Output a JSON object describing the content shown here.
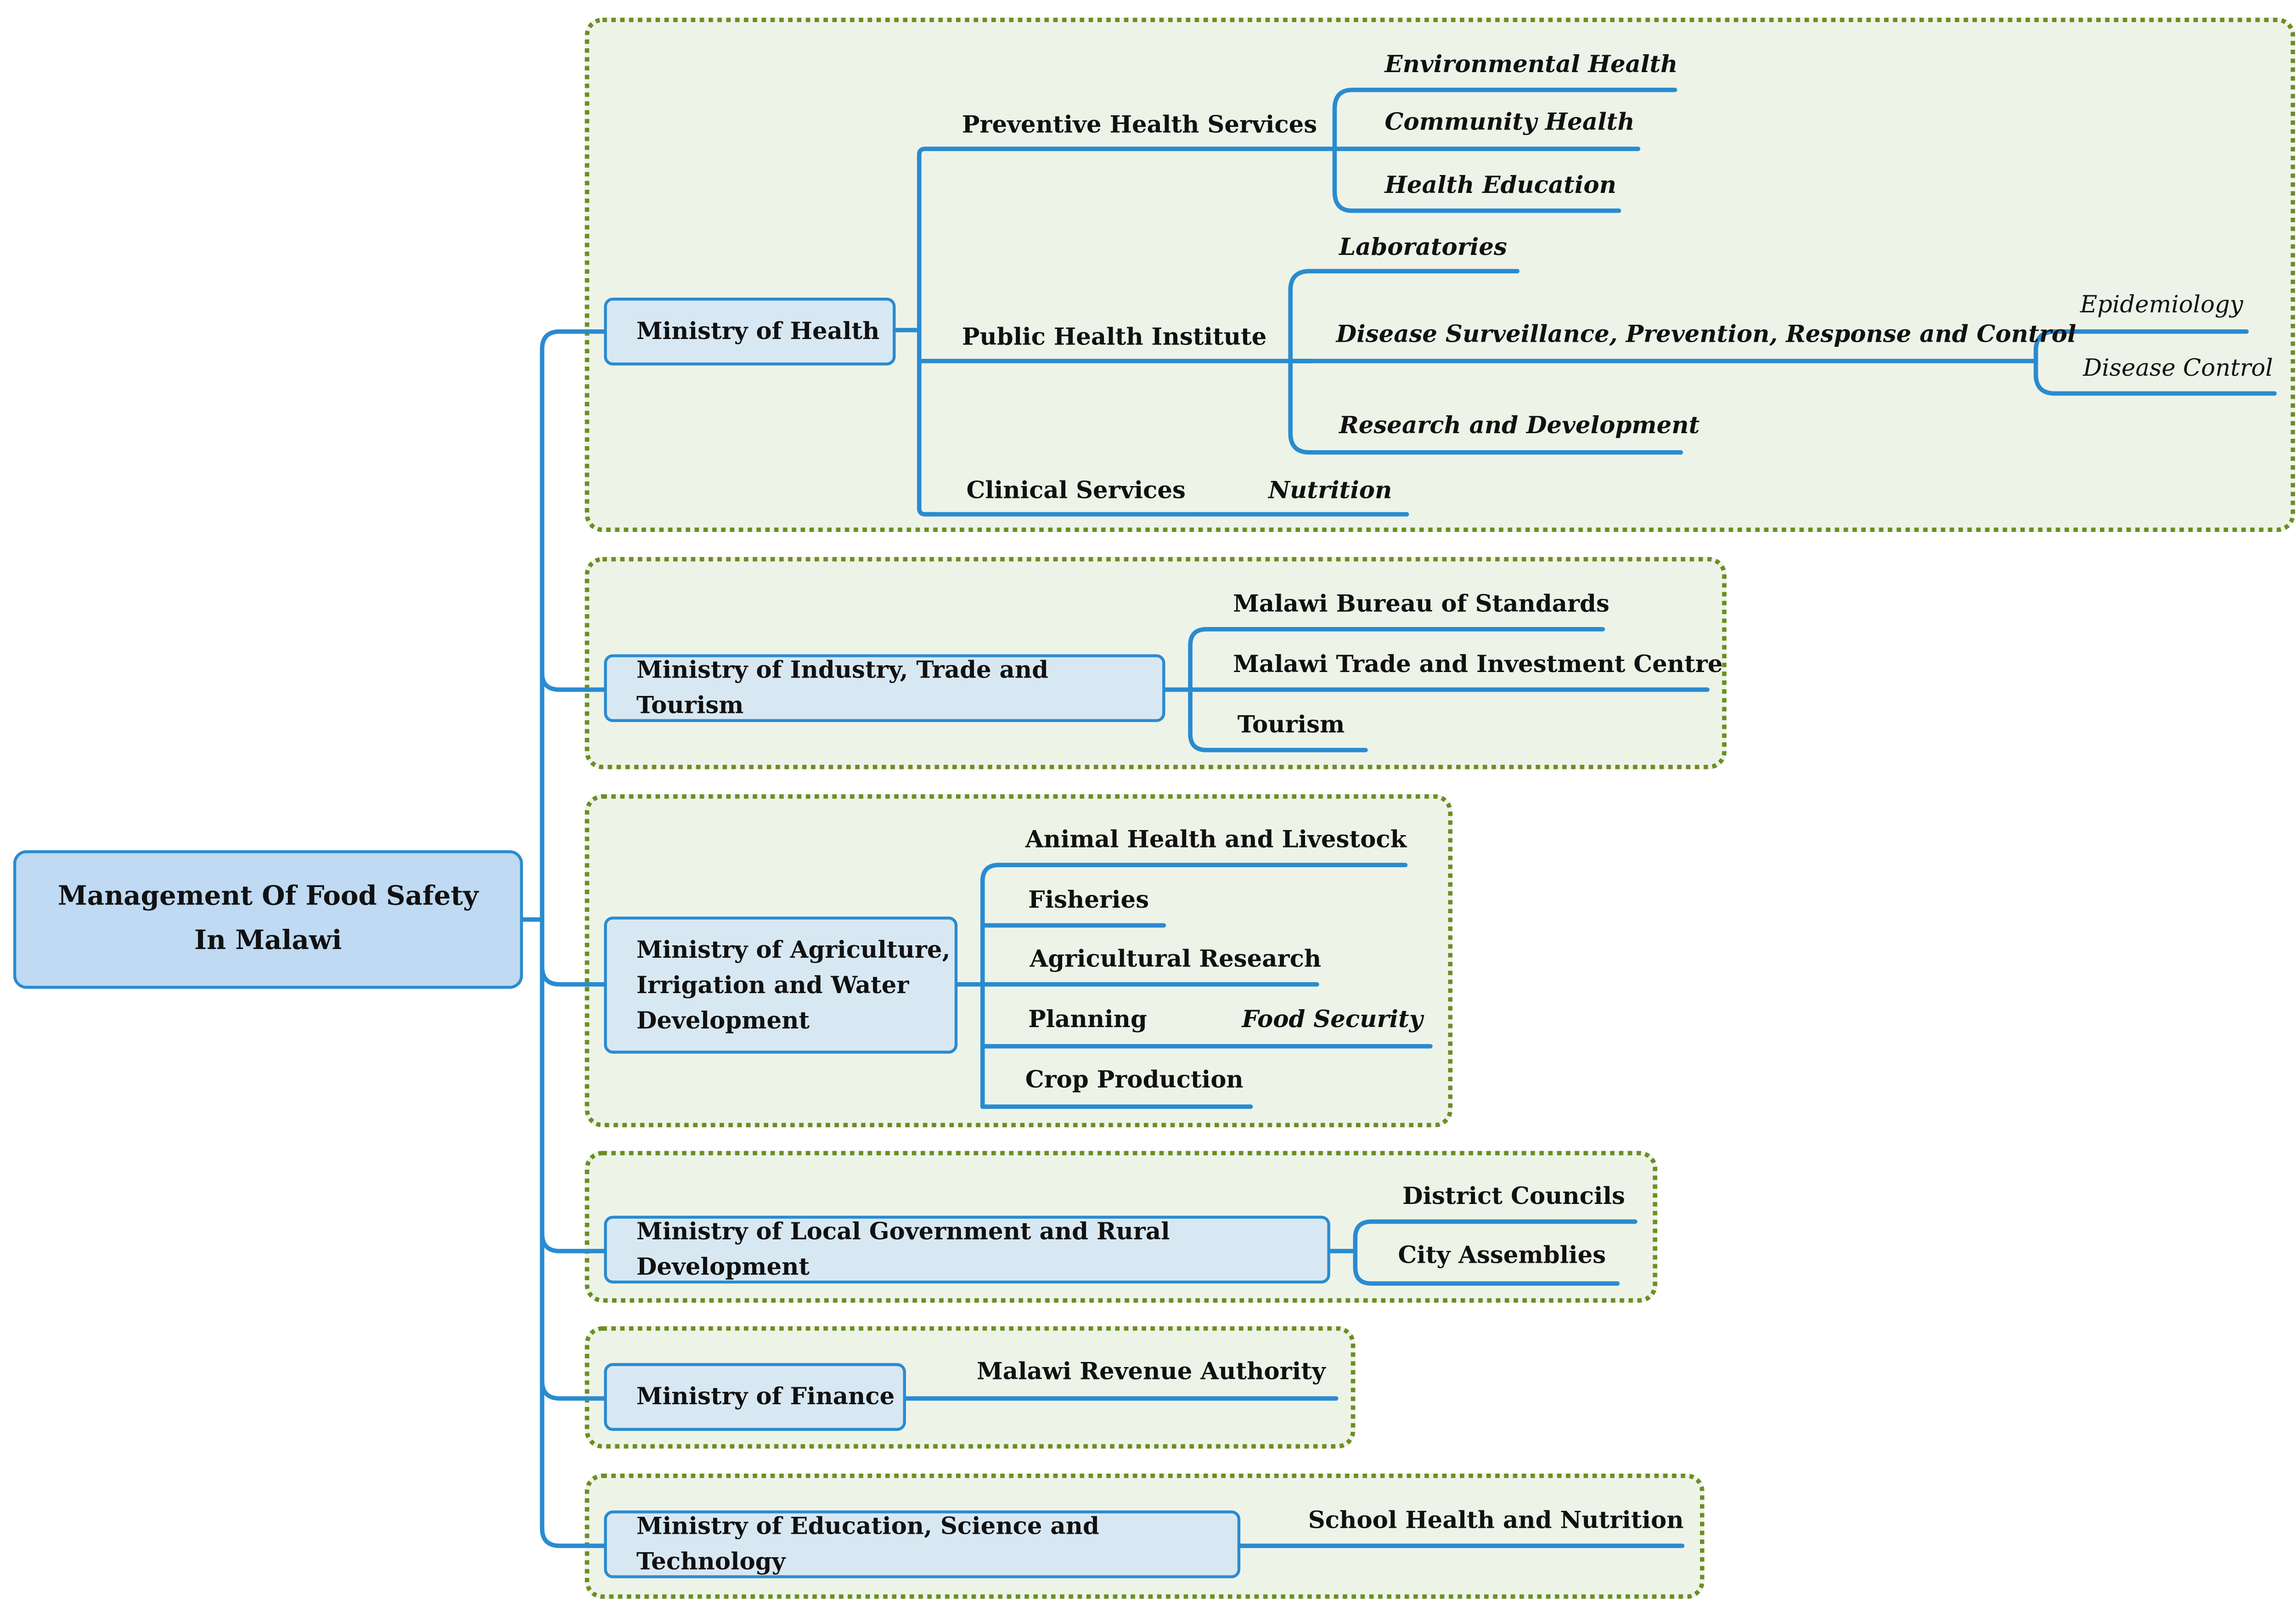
{
  "root": {
    "line1": "Management Of Food Safety",
    "line2": "In Malawi"
  },
  "ministries": {
    "health": {
      "name": "Ministry of Health",
      "preventive": {
        "name": "Preventive Health Services",
        "items": [
          "Environmental Health",
          "Community Health",
          "Health Education"
        ]
      },
      "phi": {
        "name": "Public Health Institute",
        "labs": "Laboratories",
        "dspr": "Disease Surveillance, Prevention, Response and Control",
        "epi": "Epidemiology",
        "dc": "Disease Control",
        "rnd": "Research and Development"
      },
      "clinical": {
        "name": "Clinical Services",
        "nutrition": "Nutrition"
      }
    },
    "industry": {
      "name": "Ministry of Industry, Trade and Tourism",
      "items": [
        "Malawi Bureau of Standards",
        "Malawi Trade and Investment Centre",
        "Tourism"
      ]
    },
    "agriculture": {
      "name_lines": [
        "Ministry of Agriculture,",
        "Irrigation and Water",
        "Development"
      ],
      "items": [
        "Animal Health and Livestock",
        "Fisheries",
        "Agricultural Research",
        "Planning",
        "Crop Production"
      ],
      "food_security": "Food Security"
    },
    "local": {
      "name": "Ministry of Local Government and Rural Development",
      "items": [
        "District Councils",
        "City Assemblies"
      ]
    },
    "finance": {
      "name": "Ministry of Finance",
      "items": [
        "Malawi Revenue Authority"
      ]
    },
    "education": {
      "name": "Ministry of Education, Science and Technology",
      "items": [
        "School Health and Nutrition"
      ]
    }
  },
  "colors": {
    "connector": "#2a8bd0",
    "group_border": "#6b8e23",
    "group_fill": "#eef3e8",
    "root_fill": "#bfdaf2",
    "ministry_fill": "#d8e8f3"
  }
}
